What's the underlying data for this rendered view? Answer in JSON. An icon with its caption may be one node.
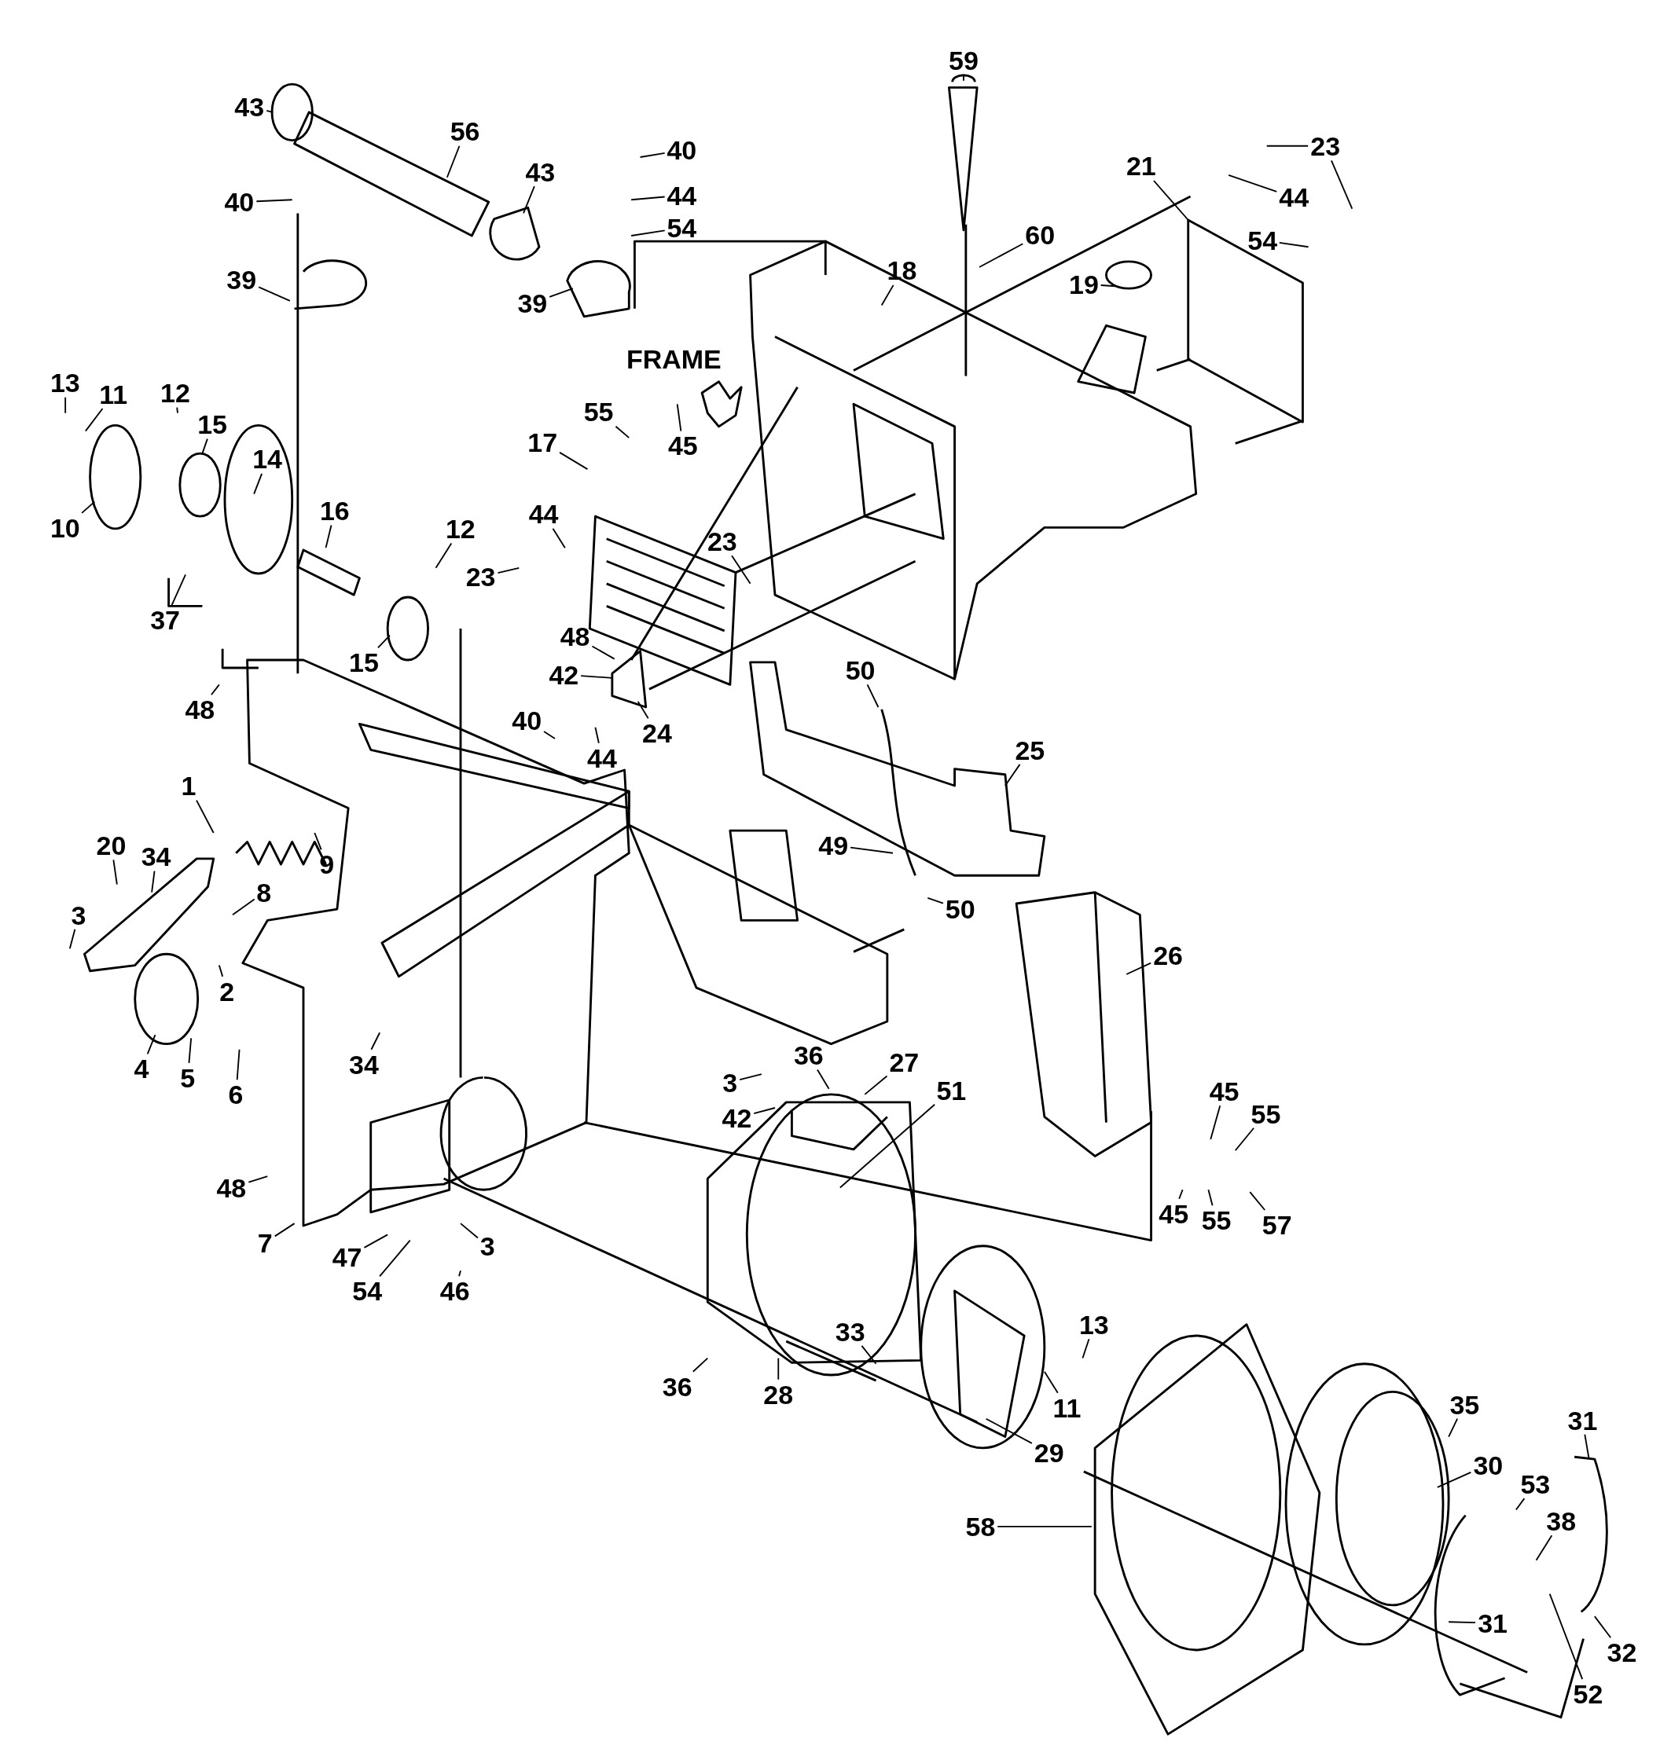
{
  "diagram": {
    "nodes": [
      {
        "text": [
          "43"
        ]
      },
      {
        "text": [
          "56"
        ]
      },
      {
        "text": [
          "43"
        ]
      },
      {
        "text": [
          "40"
        ]
      },
      {
        "text": [
          "40"
        ]
      },
      {
        "text": [
          "44"
        ]
      },
      {
        "text": [
          "54"
        ]
      },
      {
        "text": [
          "59"
        ]
      },
      {
        "text": [
          "21"
        ]
      },
      {
        "text": [
          "23"
        ]
      },
      {
        "text": [
          "44"
        ]
      },
      {
        "text": [
          "54"
        ]
      },
      {
        "text": [
          "60"
        ]
      },
      {
        "text": [
          "18"
        ]
      },
      {
        "text": [
          "39"
        ]
      },
      {
        "text": [
          "39"
        ]
      },
      {
        "text": [
          "19"
        ]
      },
      {
        "text": [
          "13"
        ]
      },
      {
        "text": [
          "11"
        ]
      },
      {
        "text": [
          "12"
        ]
      },
      {
        "text": [
          "15"
        ]
      },
      {
        "text": [
          "14"
        ]
      },
      {
        "text": [
          "55"
        ]
      },
      {
        "text": [
          "17"
        ]
      },
      {
        "text": [
          "45"
        ]
      },
      {
        "text": [
          "10"
        ]
      },
      {
        "text": [
          "16"
        ]
      },
      {
        "text": [
          "12"
        ]
      },
      {
        "text": [
          "44"
        ]
      },
      {
        "text": [
          "23"
        ]
      },
      {
        "text": [
          "23"
        ]
      },
      {
        "text": [
          "37"
        ]
      },
      {
        "text": [
          "15"
        ]
      },
      {
        "text": [
          "48"
        ]
      },
      {
        "text": [
          "42"
        ]
      },
      {
        "text": [
          "50"
        ]
      },
      {
        "text": [
          "48"
        ]
      },
      {
        "text": [
          "24"
        ]
      },
      {
        "text": [
          "40"
        ]
      },
      {
        "text": [
          "44"
        ]
      },
      {
        "text": [
          "25"
        ]
      },
      {
        "text": [
          "1"
        ]
      },
      {
        "text": [
          "20"
        ]
      },
      {
        "text": [
          "34"
        ]
      },
      {
        "text": [
          "9"
        ]
      },
      {
        "text": [
          "49"
        ]
      },
      {
        "text": [
          "8"
        ]
      },
      {
        "text": [
          "3"
        ]
      },
      {
        "text": [
          "50"
        ]
      },
      {
        "text": [
          "26"
        ]
      },
      {
        "text": [
          "2"
        ]
      },
      {
        "text": [
          "34"
        ]
      },
      {
        "text": [
          "4"
        ]
      },
      {
        "text": [
          "5"
        ]
      },
      {
        "text": [
          "6"
        ]
      },
      {
        "text": [
          "36"
        ]
      },
      {
        "text": [
          "27"
        ]
      },
      {
        "text": [
          "3"
        ]
      },
      {
        "text": [
          "51"
        ]
      },
      {
        "text": [
          "42"
        ]
      },
      {
        "text": [
          "45"
        ]
      },
      {
        "text": [
          "55"
        ]
      },
      {
        "text": [
          "48"
        ]
      },
      {
        "text": [
          "57"
        ]
      },
      {
        "text": [
          "45"
        ]
      },
      {
        "text": [
          "55"
        ]
      },
      {
        "text": [
          "7"
        ]
      },
      {
        "text": [
          "3"
        ]
      },
      {
        "text": [
          "47"
        ]
      },
      {
        "text": [
          "54"
        ]
      },
      {
        "text": [
          "46"
        ]
      },
      {
        "text": [
          "13"
        ]
      },
      {
        "text": [
          "33"
        ]
      },
      {
        "text": [
          "36"
        ]
      },
      {
        "text": [
          "28"
        ]
      },
      {
        "text": [
          "11"
        ]
      },
      {
        "text": [
          "35"
        ]
      },
      {
        "text": [
          "29"
        ]
      },
      {
        "text": [
          "31"
        ]
      },
      {
        "text": [
          "30"
        ]
      },
      {
        "text": [
          "53"
        ]
      },
      {
        "text": [
          "38"
        ]
      },
      {
        "text": [
          "58"
        ]
      },
      {
        "text": [
          "31"
        ]
      },
      {
        "text": [
          "32"
        ]
      },
      {
        "text": [
          "52"
        ]
      }
    ],
    "edges": [
      {
        "from": 0,
        "to": null,
        "arrow": "none"
      },
      {
        "from": 1,
        "to": null,
        "arrow": "none"
      },
      {
        "from": 2,
        "to": null,
        "arrow": "none"
      },
      {
        "from": 3,
        "to": null,
        "arrow": "none"
      },
      {
        "from": 4,
        "to": null,
        "arrow": "none"
      },
      {
        "from": 5,
        "to": null,
        "arrow": "none"
      },
      {
        "from": 6,
        "to": null,
        "arrow": "none"
      },
      {
        "from": 7,
        "to": null,
        "arrow": "none"
      },
      {
        "from": 8,
        "to": null,
        "arrow": "none"
      },
      {
        "from": 9,
        "to": null,
        "arrow": "none"
      },
      {
        "from": 9,
        "to": null,
        "arrow": "none"
      },
      {
        "from": 10,
        "to": null,
        "arrow": "none"
      },
      {
        "from": 11,
        "to": null,
        "arrow": "none"
      },
      {
        "from": 12,
        "to": null,
        "arrow": "none"
      },
      {
        "from": 13,
        "to": null,
        "arrow": "none"
      },
      {
        "from": 14,
        "to": null,
        "arrow": "none"
      },
      {
        "from": 15,
        "to": null,
        "arrow": "none"
      },
      {
        "from": 16,
        "to": null,
        "arrow": "none"
      },
      {
        "from": 17,
        "to": null,
        "arrow": "none"
      },
      {
        "from": 18,
        "to": null,
        "arrow": "none"
      },
      {
        "from": 19,
        "to": null,
        "arrow": "none"
      },
      {
        "from": 20,
        "to": null,
        "arrow": "none"
      },
      {
        "from": 21,
        "to": null,
        "arrow": "none"
      },
      {
        "from": 22,
        "to": null,
        "arrow": "none"
      },
      {
        "from": 23,
        "to": null,
        "arrow": "none"
      },
      {
        "from": 24,
        "to": null,
        "arrow": "none"
      },
      {
        "from": 25,
        "to": null,
        "arrow": "none"
      },
      {
        "from": 26,
        "to": null,
        "arrow": "none"
      },
      {
        "from": 27,
        "to": null,
        "arrow": "none"
      },
      {
        "from": 28,
        "to": null,
        "arrow": "none"
      },
      {
        "from": 29,
        "to": null,
        "arrow": "none"
      },
      {
        "from": 30,
        "to": null,
        "arrow": "none"
      },
      {
        "from": 31,
        "to": null,
        "arrow": "none"
      },
      {
        "from": 32,
        "to": null,
        "arrow": "none"
      },
      {
        "from": 33,
        "to": null,
        "arrow": "none"
      },
      {
        "from": 34,
        "to": null,
        "arrow": "none"
      },
      {
        "from": 35,
        "to": null,
        "arrow": "none"
      },
      {
        "from": 36,
        "to": null,
        "arrow": "none"
      },
      {
        "from": 37,
        "to": null,
        "arrow": "none"
      },
      {
        "from": 38,
        "to": null,
        "arrow": "none"
      },
      {
        "from": 39,
        "to": null,
        "arrow": "none"
      },
      {
        "from": 40,
        "to": null,
        "arrow": "none"
      },
      {
        "from": 41,
        "to": null,
        "arrow": "none"
      },
      {
        "from": 42,
        "to": null,
        "arrow": "none"
      },
      {
        "from": 43,
        "to": null,
        "arrow": "none"
      },
      {
        "from": 44,
        "to": null,
        "arrow": "none"
      },
      {
        "from": 45,
        "to": null,
        "arrow": "none"
      },
      {
        "from": 46,
        "to": null,
        "arrow": "none"
      },
      {
        "from": 47,
        "to": null,
        "arrow": "none"
      },
      {
        "from": 48,
        "to": null,
        "arrow": "none"
      },
      {
        "from": 49,
        "to": null,
        "arrow": "none"
      },
      {
        "from": 50,
        "to": null,
        "arrow": "none"
      },
      {
        "from": 51,
        "to": null,
        "arrow": "none"
      },
      {
        "from": 52,
        "to": null,
        "arrow": "none"
      },
      {
        "from": 53,
        "to": null,
        "arrow": "none"
      },
      {
        "from": 54,
        "to": null,
        "arrow": "none"
      },
      {
        "from": 55,
        "to": null,
        "arrow": "none"
      },
      {
        "from": 56,
        "to": null,
        "arrow": "none"
      },
      {
        "from": 57,
        "to": null,
        "arrow": "none"
      },
      {
        "from": 58,
        "to": null,
        "arrow": "none"
      },
      {
        "from": 59,
        "to": null,
        "arrow": "none"
      },
      {
        "from": 60,
        "to": null,
        "arrow": "none"
      },
      {
        "from": 61,
        "to": null,
        "arrow": "none"
      },
      {
        "from": 62,
        "to": null,
        "arrow": "none"
      },
      {
        "from": 63,
        "to": null,
        "arrow": "none"
      },
      {
        "from": 64,
        "to": null,
        "arrow": "none"
      },
      {
        "from": 65,
        "to": null,
        "arrow": "none"
      },
      {
        "from": 66,
        "to": null,
        "arrow": "none"
      },
      {
        "from": 67,
        "to": null,
        "arrow": "none"
      },
      {
        "from": 68,
        "to": null,
        "arrow": "none"
      },
      {
        "from": 69,
        "to": null,
        "arrow": "none"
      },
      {
        "from": 70,
        "to": null,
        "arrow": "none"
      },
      {
        "from": 71,
        "to": null,
        "arrow": "none"
      },
      {
        "from": 72,
        "to": null,
        "arrow": "none"
      },
      {
        "from": 73,
        "to": null,
        "arrow": "none"
      },
      {
        "from": 74,
        "to": null,
        "arrow": "none"
      },
      {
        "from": 75,
        "to": null,
        "arrow": "none"
      },
      {
        "from": 76,
        "to": null,
        "arrow": "none"
      },
      {
        "from": 77,
        "to": null,
        "arrow": "none"
      },
      {
        "from": 78,
        "to": null,
        "arrow": "none"
      },
      {
        "from": 79,
        "to": null,
        "arrow": "none"
      },
      {
        "from": 80,
        "to": null,
        "arrow": "none"
      },
      {
        "from": 81,
        "to": null,
        "arrow": "none"
      },
      {
        "from": 82,
        "to": null,
        "arrow": "none"
      },
      {
        "from": 83,
        "to": null,
        "arrow": "none"
      },
      {
        "from": 84,
        "to": null,
        "arrow": "none"
      },
      {
        "from": 85,
        "to": null,
        "arrow": "none"
      }
    ],
    "labels": [
      "FRAME"
    ]
  }
}
